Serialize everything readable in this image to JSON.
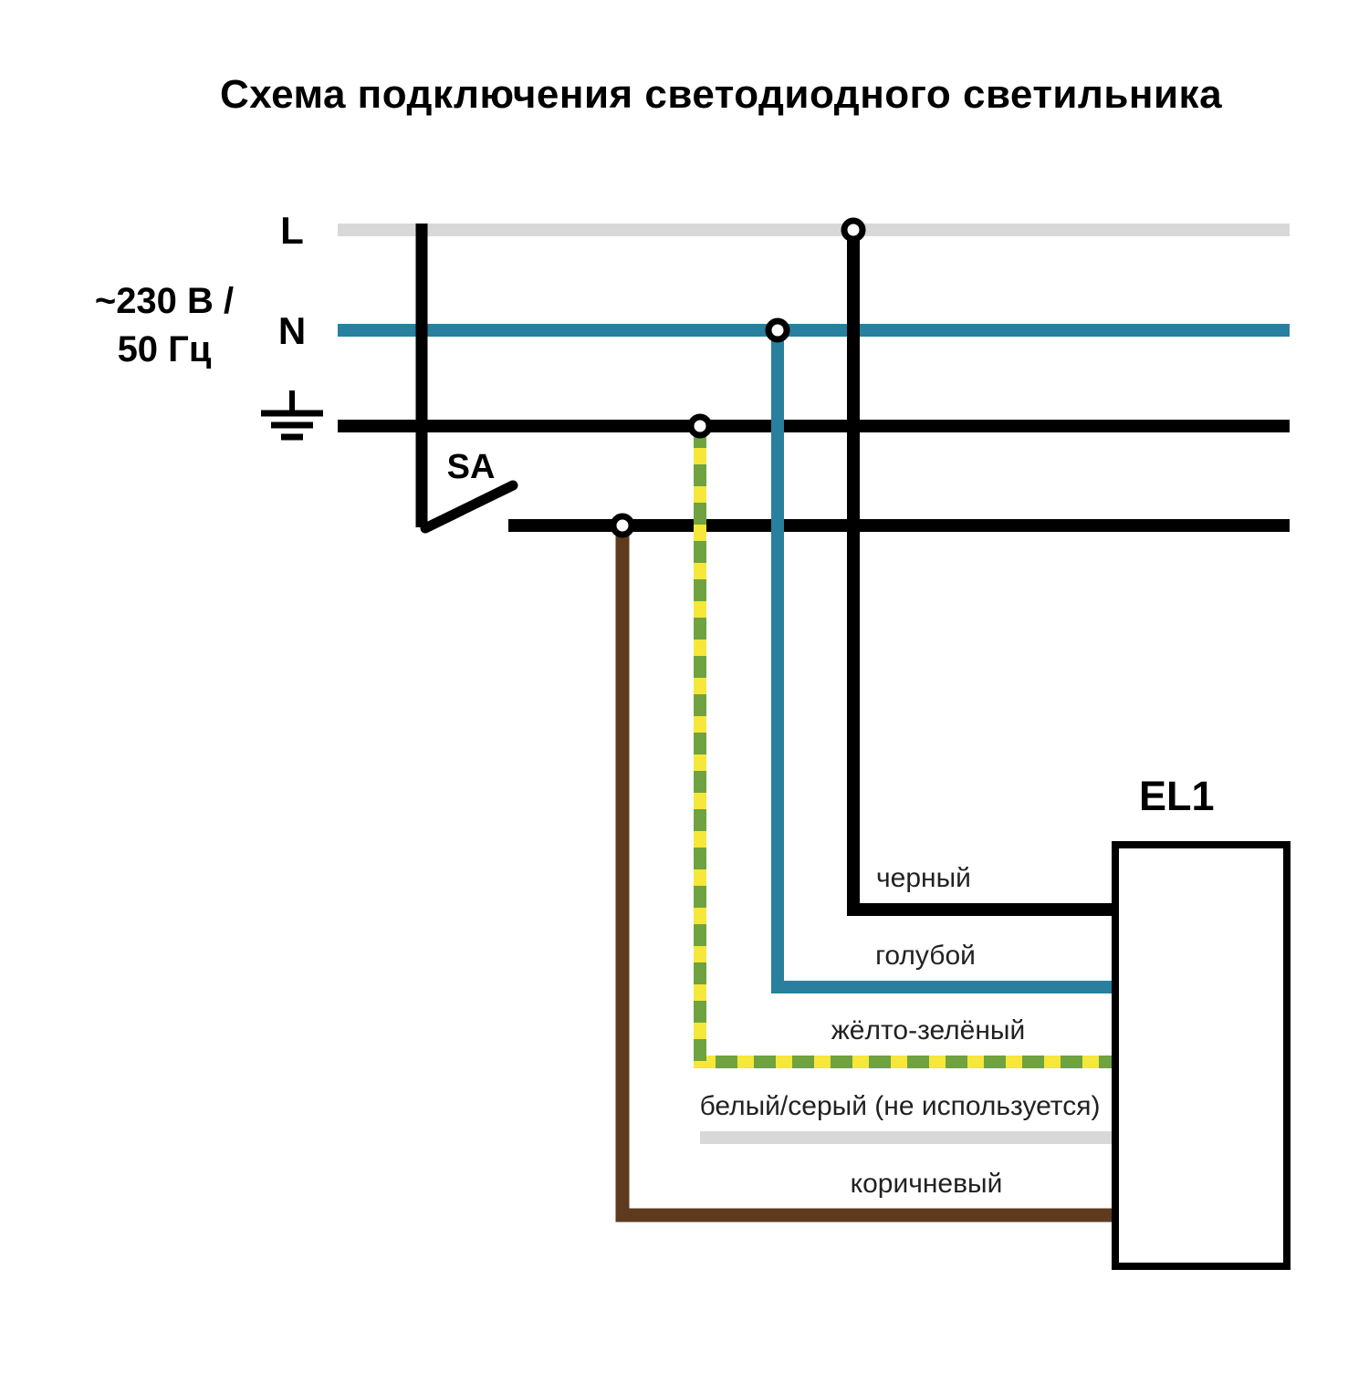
{
  "title": "Схема подключения светодиодного светильника",
  "power": {
    "phase_label": "L",
    "neutral_label": "N",
    "voltage_line1": "~230 В /",
    "voltage_line2": "50 Гц"
  },
  "switch_label": "SA",
  "luminaire_label": "EL1",
  "wire_labels": {
    "black": "черный",
    "blue": "голубой",
    "yellow_green": "жёлто-зелёный",
    "white_gray": "белый/серый (не используется)",
    "brown": "коричневый"
  },
  "colors": {
    "phase_gray": "#d8d8d8",
    "neutral_teal": "#28809e",
    "wire_black": "#000000",
    "yellow": "#f6e73a",
    "green": "#6fa33f",
    "brown": "#5e3b1f",
    "unused_gray": "#d8d8d8",
    "text": "#222222"
  }
}
